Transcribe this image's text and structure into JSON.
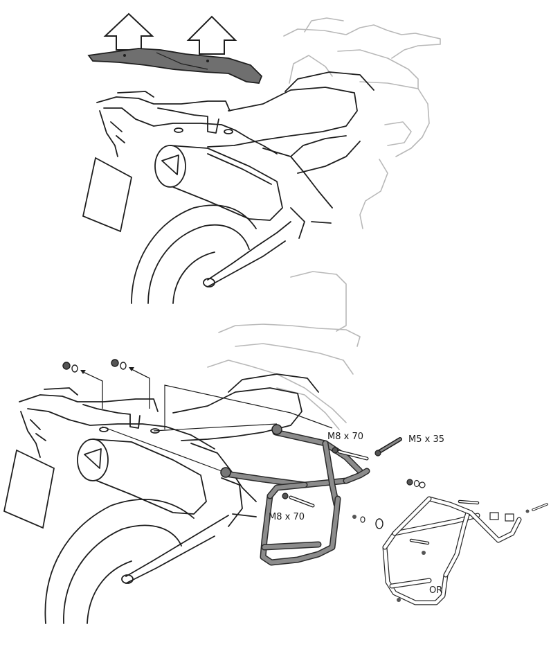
{
  "callouts": {
    "bolt_upper": "M8 x 70",
    "bolt_screw": "M5 x 35",
    "bolt_lower": "M8 x 70",
    "alternative": "OR"
  },
  "arrow_count_top": 2,
  "arrow_count_fasteners": 2
}
